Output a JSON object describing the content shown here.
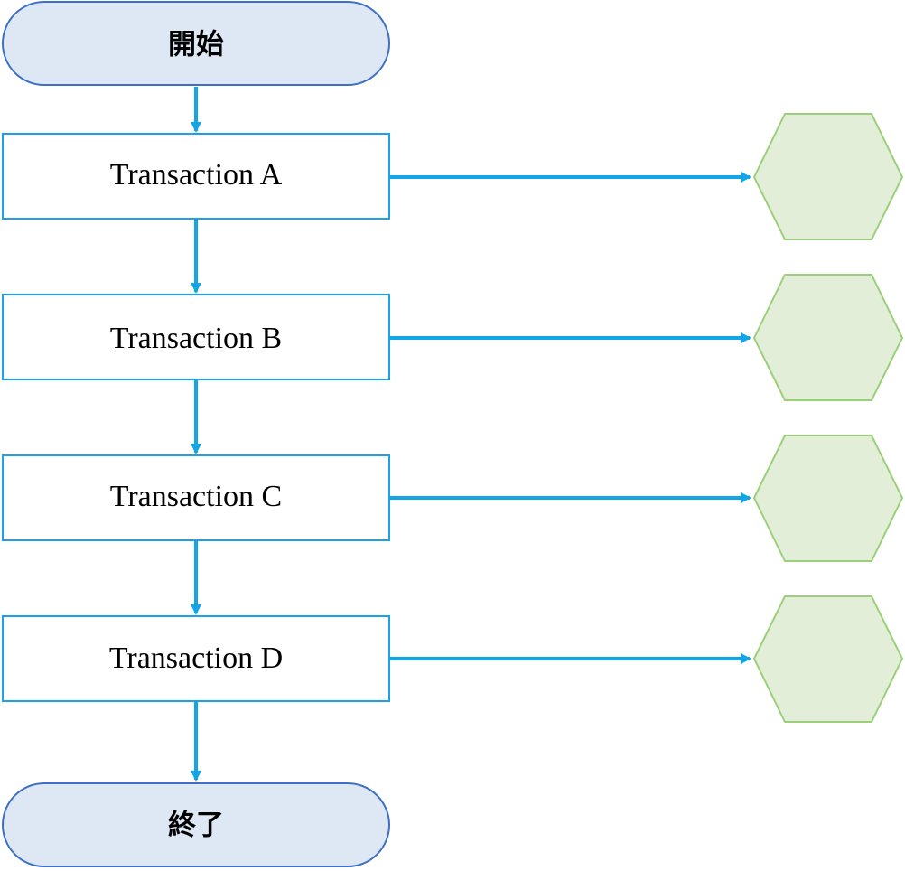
{
  "diagram": {
    "start": {
      "label": "開始"
    },
    "end": {
      "label": "終了"
    },
    "transactions": [
      {
        "label": "Transaction A"
      },
      {
        "label": "Transaction B"
      },
      {
        "label": "Transaction C"
      },
      {
        "label": "Transaction D"
      }
    ],
    "colors": {
      "terminal_fill": "#dde8f4",
      "terminal_stroke": "#3d6fc4",
      "process_stroke": "#1aa3e8",
      "arrow": "#12a6e8",
      "hexagon_fill": "#e2eed8",
      "hexagon_stroke": "#9ccf7a"
    }
  }
}
